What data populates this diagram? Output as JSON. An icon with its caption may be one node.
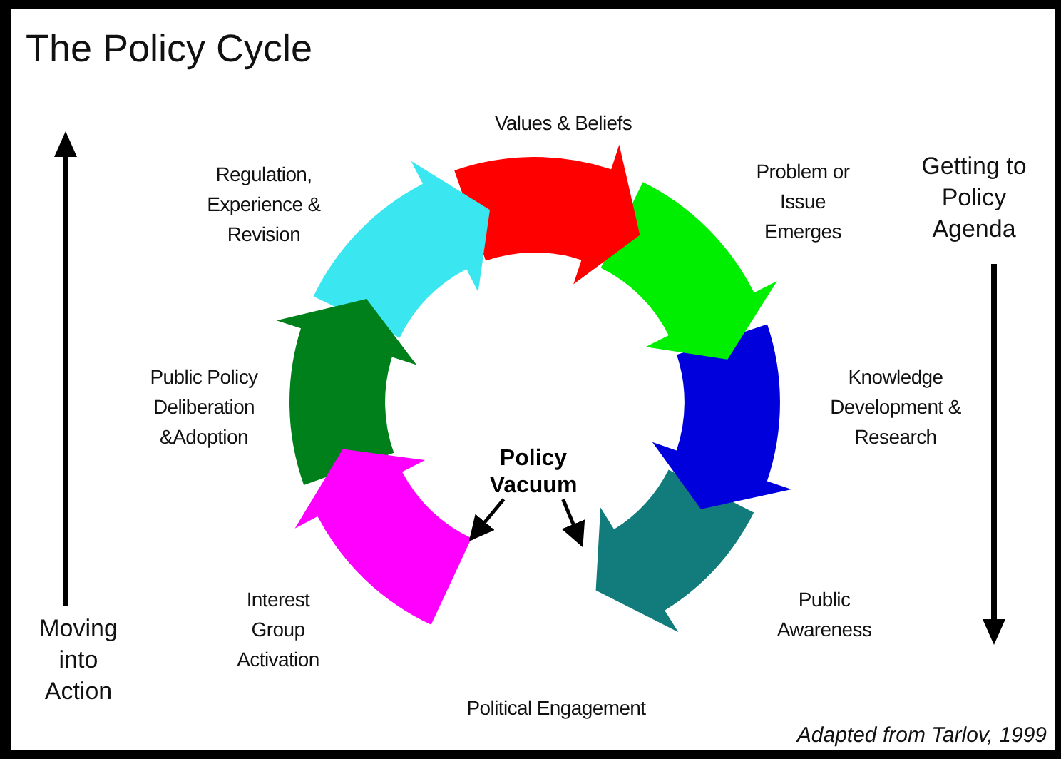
{
  "diagram": {
    "title": "The Policy Cycle",
    "caption": "Adapted from Tarlov, 1999",
    "nodes": [
      {
        "text": [
          "Policy Vacuum"
        ]
      },
      {
        "text": [],
        "shape": "arrow"
      },
      {
        "text": [],
        "shape": "arrow"
      }
    ],
    "edges": [
      {
        "from": 0,
        "to": 1,
        "arrow": "to"
      },
      {
        "from": 0,
        "to": 2,
        "arrow": "to"
      }
    ],
    "labels": [
      "Values & Beliefs",
      "Regulation, Experience & Revision",
      "Problem or Issue Emerges",
      "Getting to Policy Agenda",
      "Public Policy Deliberation &Adoption",
      "Knowledge Development & Research",
      "Interest Group Activation",
      "Public Awareness",
      "Moving into Action",
      "Political Engagement"
    ]
  }
}
